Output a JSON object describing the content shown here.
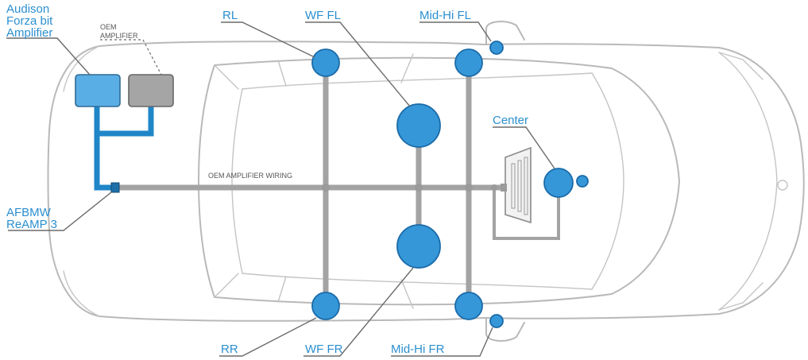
{
  "labels": {
    "amp_line1": "Audison",
    "amp_line2": "Forza bit",
    "amp_line3": "Amplifier",
    "oem_line1": "OEM",
    "oem_line2": "AMPLIFIER",
    "wiring": "OEM AMPLIFIER WIRING",
    "reamp_line1": "AFBMW",
    "reamp_line2": "ReAMP 3",
    "rl": "RL",
    "wf_fl": "WF FL",
    "mid_hi_fl": "Mid-Hi FL",
    "center": "Center",
    "rr": "RR",
    "wf_fr": "WF FR",
    "mid_hi_fr": "Mid-Hi FR"
  },
  "colors": {
    "speaker": "#3597d8",
    "speaker_stroke": "#1a6aa8",
    "label_blue": "#2b8fcf",
    "wire_gray": "#a3a3a3",
    "amp_blue": "#5aaee6",
    "oem_gray": "#a5a5a5",
    "car_outline": "#b9b9b9"
  }
}
